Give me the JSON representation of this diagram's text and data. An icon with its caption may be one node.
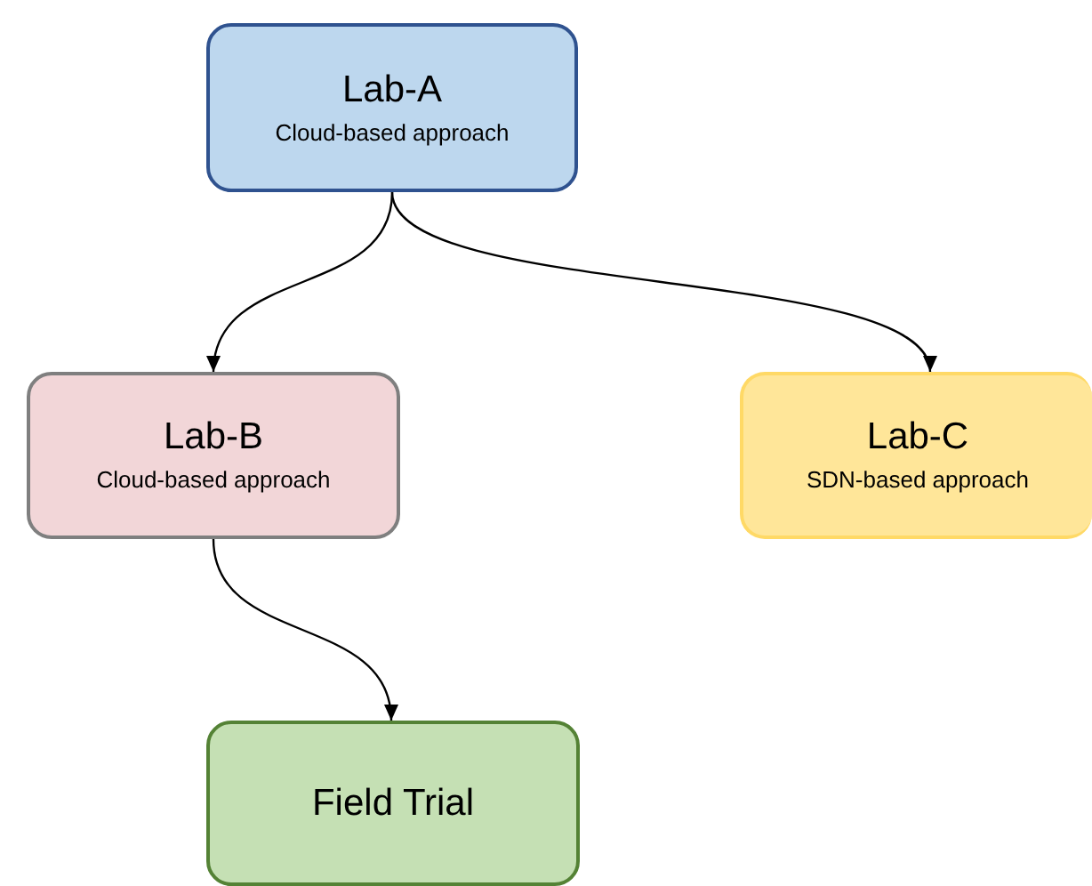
{
  "diagram": {
    "nodes": [
      {
        "text": [
          "Lab-A",
          "Cloud-based approach"
        ]
      },
      {
        "text": [
          "Lab-B",
          "Cloud-based approach"
        ]
      },
      {
        "text": [
          "Lab-C",
          "SDN-based approach"
        ]
      },
      {
        "text": [
          "Field Trial"
        ]
      }
    ],
    "edges": [
      {
        "from": 0,
        "to": 1,
        "arrow": "to"
      },
      {
        "from": 0,
        "to": 2,
        "arrow": "to"
      },
      {
        "from": 1,
        "to": 3,
        "arrow": "to"
      }
    ]
  }
}
